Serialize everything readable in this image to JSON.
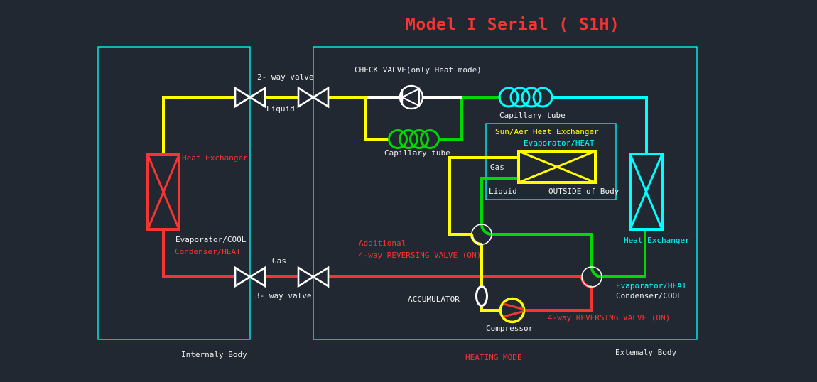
{
  "title": "Model I Serial ( S1H)",
  "colors": {
    "background": "#222831",
    "line_yellow": "#ffff00",
    "line_red": "#f53434",
    "line_green": "#00d900",
    "line_cyan": "#00ffff",
    "line_white": "#ffffff",
    "text_white": "#f0f0f0"
  },
  "labels": {
    "check_valve": "CHECK VALVE(only Heat mode)",
    "two_way_valve": "2- way valve",
    "liquid_top": "Liquid",
    "capillary_tube_top": "Capillary tube",
    "capillary_tube_mid": "Capillary tube",
    "sun_aer_title": "Sun/Aer Heat Exchanger",
    "sun_aer_mode": "Evaporator/HEAT",
    "sun_aer_gas": "Gas",
    "sun_aer_liquid": "Liquid",
    "outside_of_body": "OUTSIDE of Body",
    "left_hx_name": "Heat Exchanger",
    "left_hx_cool": "Evaporator/COOL",
    "left_hx_heat": "Condenser/HEAT",
    "gas_bottom": "Gas",
    "three_way_valve": "3- way valve",
    "additional": "Additional",
    "additional_4way": "4-way REVERSING VALVE (ON)",
    "accumulator": "ACCUMULATOR",
    "compressor": "Compressor",
    "main_4way": "4-way REVERSING VALVE (ON)",
    "right_hx_name": "Heat Exchanger",
    "right_hx_heat": "Evaporator/HEAT",
    "right_hx_cool": "Condenser/COOL",
    "internal_body": "Internaly Body",
    "external_body": "Extemaly Body",
    "heating_mode": "HEATING MODE"
  }
}
